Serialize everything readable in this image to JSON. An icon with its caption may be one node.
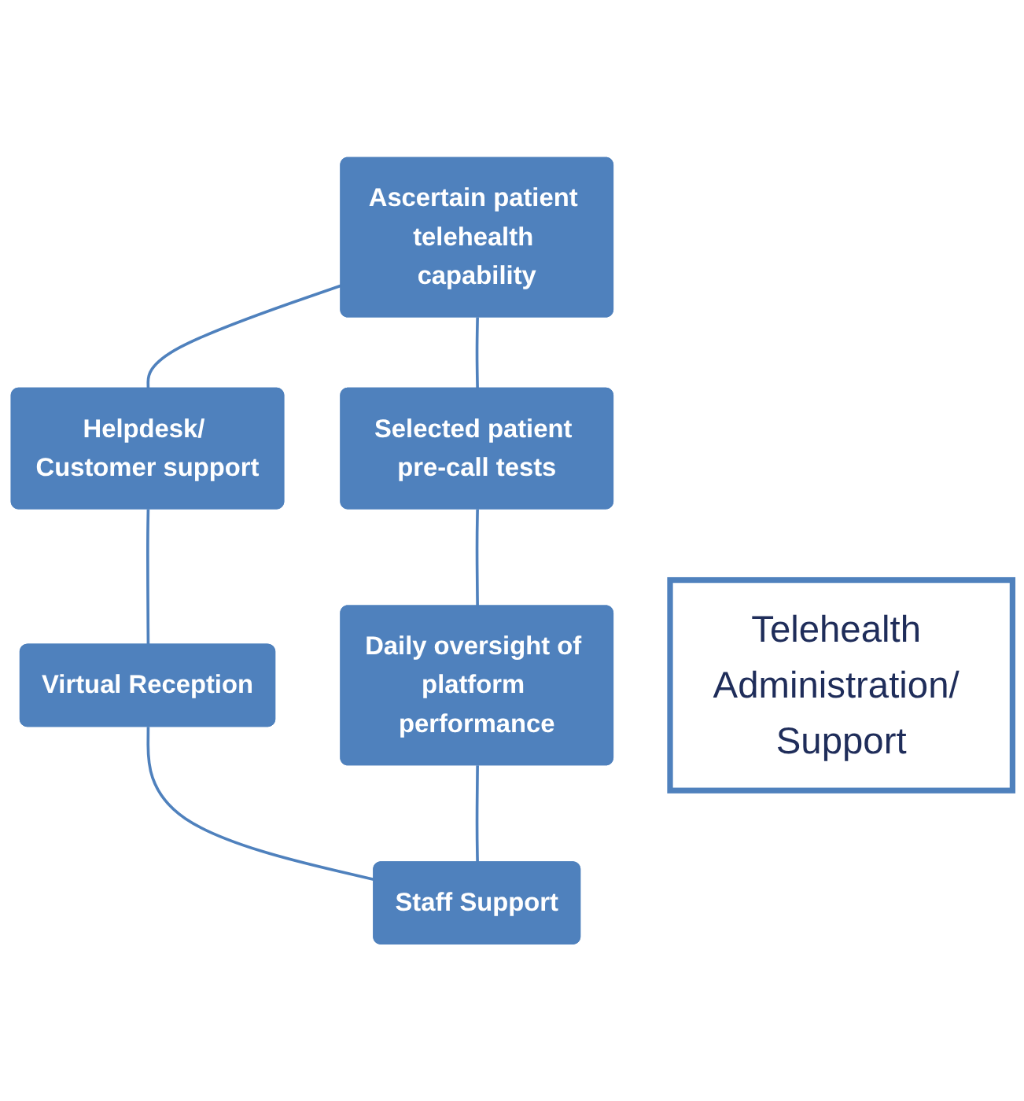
{
  "diagram": {
    "nodes": [
      {
        "text": [
          "Ascertain patient telehealth capability"
        ]
      },
      {
        "text": [
          "Selected patient pre-call tests"
        ]
      },
      {
        "text": [
          "Helpdesk/ Customer support"
        ]
      },
      {
        "text": [
          "Telehealth Administration/ Support"
        ]
      },
      {
        "text": [
          "Daily oversight of platform performance"
        ]
      },
      {
        "text": [
          "Virtual Reception"
        ]
      },
      {
        "text": [
          "Staff Support"
        ]
      }
    ],
    "edges": [
      {
        "from": 0,
        "to": 2,
        "arrow": "none"
      },
      {
        "from": 2,
        "to": 5,
        "arrow": "none"
      },
      {
        "from": 5,
        "to": 6,
        "arrow": "none"
      },
      {
        "from": 0,
        "to": 1,
        "arrow": "none"
      },
      {
        "from": 1,
        "to": 4,
        "arrow": "none"
      },
      {
        "from": 4,
        "to": 6,
        "arrow": "none"
      }
    ]
  }
}
